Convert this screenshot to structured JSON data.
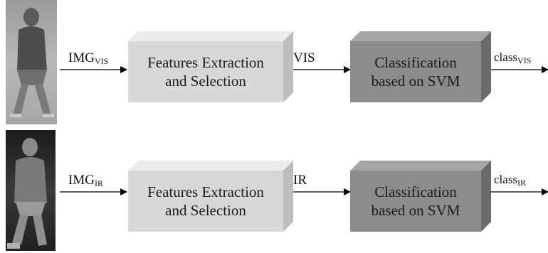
{
  "rows": [
    {
      "image_desc": "photo-visible-person",
      "input_label": {
        "main": "IMG",
        "sub": "VIS"
      },
      "feature_box": {
        "line1": "Features Extraction",
        "line2": "and Selection"
      },
      "feature_output": "VIS",
      "classifier_box": {
        "line1": "Classification",
        "line2": "based on SVM"
      },
      "class_label": {
        "main": "class",
        "sub": "VIS"
      }
    },
    {
      "image_desc": "photo-infrared-person",
      "input_label": {
        "main": "IMG",
        "sub": "IR"
      },
      "feature_box": {
        "line1": "Features Extraction",
        "line2": "and Selection"
      },
      "feature_output": "IR",
      "classifier_box": {
        "line1": "Classification",
        "line2": "based on SVM"
      },
      "class_label": {
        "main": "class",
        "sub": "IR"
      }
    }
  ],
  "colors": {
    "feature_box_front": "#d8d8d8",
    "classifier_box_front": "#8c8c8c",
    "arrow": "#000000"
  }
}
